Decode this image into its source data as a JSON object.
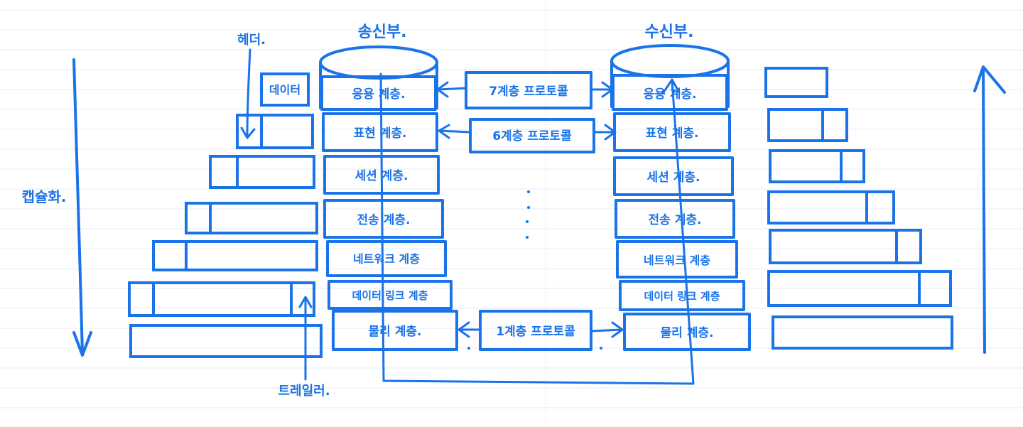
{
  "colors": {
    "ink": "#1a73e8",
    "paper": "#ffffff",
    "rule": "#e6ecf5"
  },
  "labels": {
    "sender": "송신부.",
    "receiver": "수신부.",
    "header": "헤더.",
    "trailer": "트레일러.",
    "data": "데이터",
    "encapsulation": "캡슐화."
  },
  "protocols": {
    "top": "7계층 프로토콜",
    "second": "6계층 프로토콜",
    "bottom": "1계층 프로토콜"
  },
  "layers": [
    "응용 계층.",
    "표현 계층.",
    "세션 계층.",
    "전송 계층.",
    "네트워크 계층",
    "데이터 링크 계층",
    "물리 계층."
  ]
}
